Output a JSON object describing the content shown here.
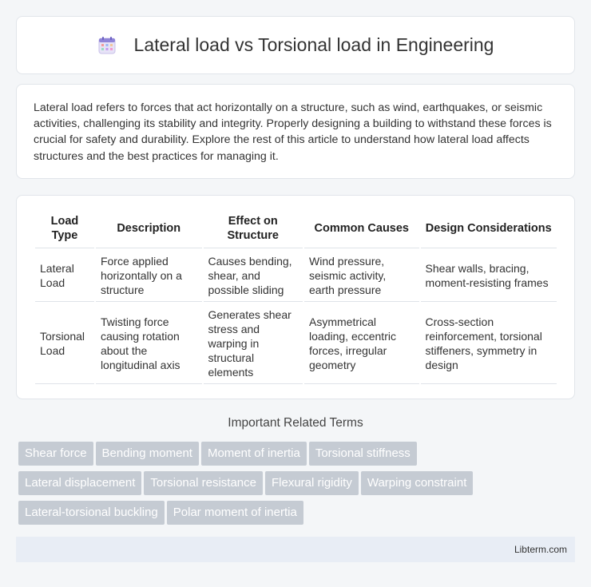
{
  "header": {
    "title": "Lateral load vs Torsional load in Engineering",
    "icon": "calendar-icon"
  },
  "intro": {
    "text": "Lateral load refers to forces that act horizontally on a structure, such as wind, earthquakes, or seismic activities, challenging its stability and integrity. Properly designing a building to withstand these forces is crucial for safety and durability. Explore the rest of this article to understand how lateral load affects structures and the best practices for managing it."
  },
  "table": {
    "headers": [
      "Load Type",
      "Description",
      "Effect on Structure",
      "Common Causes",
      "Design Considerations"
    ],
    "rows": [
      [
        "Lateral Load",
        "Force applied horizontally on a structure",
        "Causes bending, shear, and possible sliding",
        "Wind pressure, seismic activity, earth pressure",
        "Shear walls, bracing, moment-resisting frames"
      ],
      [
        "Torsional Load",
        "Twisting force causing rotation about the longitudinal axis",
        "Generates shear stress and warping in structural elements",
        "Asymmetrical loading, eccentric forces, irregular geometry",
        "Cross-section reinforcement, torsional stiffeners, symmetry in design"
      ]
    ]
  },
  "related": {
    "title": "Important Related Terms",
    "tags": [
      "Shear force",
      "Bending moment",
      "Moment of inertia",
      "Torsional stiffness",
      "Lateral displacement",
      "Torsional resistance",
      "Flexural rigidity",
      "Warping constraint",
      "Lateral-torsional buckling",
      "Polar moment of inertia"
    ]
  },
  "footer": {
    "text": "Libterm.com"
  }
}
